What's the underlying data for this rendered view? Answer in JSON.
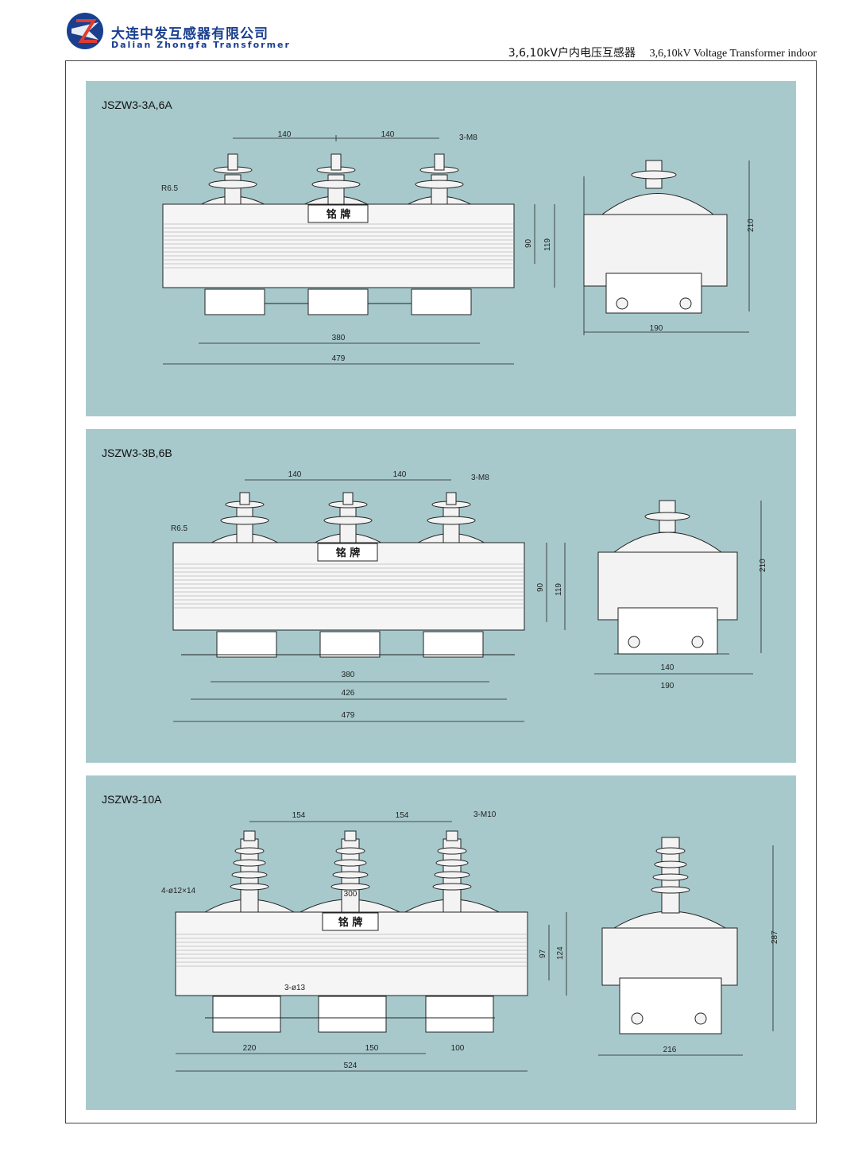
{
  "header": {
    "company_cn": "大连中发互感器有限公司",
    "company_en": "Dalian Zhongfa Transformer",
    "title_cn": "3,6,10kV户内电压互感器",
    "title_en": "3,6,10kV Voltage Transformer indoor",
    "logo_icon": "zhongfa-logo-icon",
    "brand_color": "#1a3f8f"
  },
  "panel_color": "#a7c9cc",
  "drawings": [
    {
      "model": "JSZW3-3A,6A",
      "nameplate": "铭 牌",
      "bolt": "3-M8",
      "radius": "R6.5",
      "front_dims": {
        "spacing": [
          "140",
          "140"
        ],
        "heights": [
          "90",
          "119"
        ],
        "widths": [
          "380",
          "479"
        ]
      },
      "side_dims": {
        "height": "210",
        "widths": [
          "190"
        ]
      }
    },
    {
      "model": "JSZW3-3B,6B",
      "nameplate": "铭 牌",
      "bolt": "3-M8",
      "radius": "R6.5",
      "front_dims": {
        "spacing": [
          "140",
          "140"
        ],
        "heights": [
          "90",
          "119"
        ],
        "widths": [
          "380",
          "426",
          "479"
        ]
      },
      "side_dims": {
        "height": "210",
        "widths": [
          "140",
          "190"
        ]
      }
    },
    {
      "model": "JSZW3-10A",
      "nameplate": "铭 牌",
      "bolt": "3-M10",
      "holes": "4-ø12×14",
      "ground": "3-ø13",
      "center": "300",
      "front_dims": {
        "spacing": [
          "154",
          "154"
        ],
        "heights": [
          "97",
          "124"
        ],
        "bottom": [
          "220",
          "150",
          "100"
        ],
        "widths": [
          "524"
        ]
      },
      "side_dims": {
        "height": "287",
        "widths": [
          "216"
        ]
      }
    }
  ]
}
